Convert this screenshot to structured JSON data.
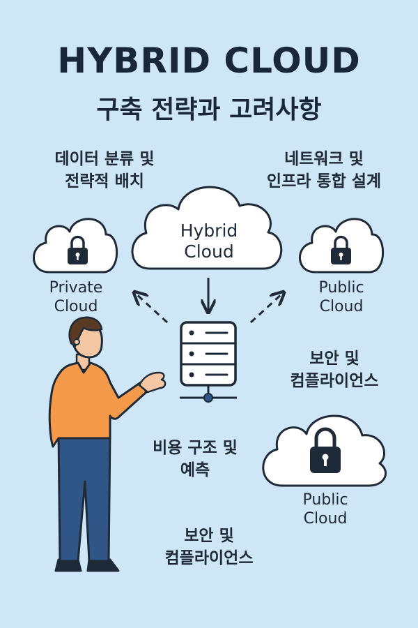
{
  "header": {
    "title": "HYBRID CLOUD",
    "subtitle": "구축 전략과 고려사항"
  },
  "topics": {
    "data_classification": [
      "데이터 분류 및",
      "전략적 배치"
    ],
    "network_integration": [
      "네트워크 및",
      "인프라 통합 설계"
    ],
    "security_compliance_right": [
      "보안 및",
      "컴플라이언스"
    ],
    "cost_structure": [
      "비용 구조 및",
      "예측"
    ],
    "security_compliance_bottom": [
      "보안 및",
      "컴플라이언스"
    ]
  },
  "clouds": {
    "hybrid": [
      "Hybrid",
      "Cloud"
    ],
    "private": [
      "Private",
      "Cloud"
    ],
    "public_top": [
      "Public",
      "Cloud"
    ],
    "public_bottom": [
      "Public",
      "Cloud"
    ]
  },
  "icons": {
    "cloud": "cloud-icon",
    "lock": "lock-icon",
    "server": "server-icon",
    "person": "presenter-figure"
  },
  "colors": {
    "background": "#cfe6f7",
    "ink": "#1e2a38",
    "cloud_fill": "#ffffff",
    "shirt": "#f59a4a",
    "pants": "#2f5686"
  }
}
